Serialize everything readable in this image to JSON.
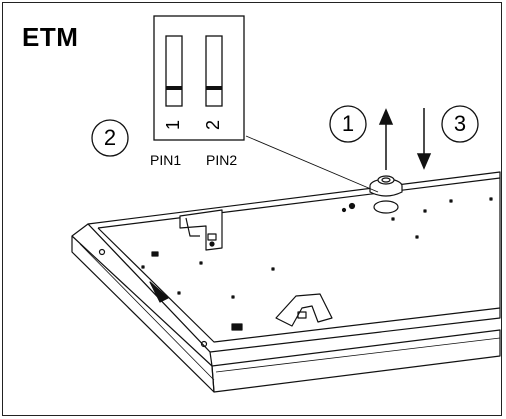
{
  "title": "ETM",
  "dip_switch": {
    "pins": [
      {
        "number": "1",
        "label": "PIN1"
      },
      {
        "number": "2",
        "label": "PIN2"
      }
    ]
  },
  "steps": [
    "1",
    "2",
    "3"
  ],
  "colors": {
    "line": "#111111",
    "background": "#ffffff"
  }
}
